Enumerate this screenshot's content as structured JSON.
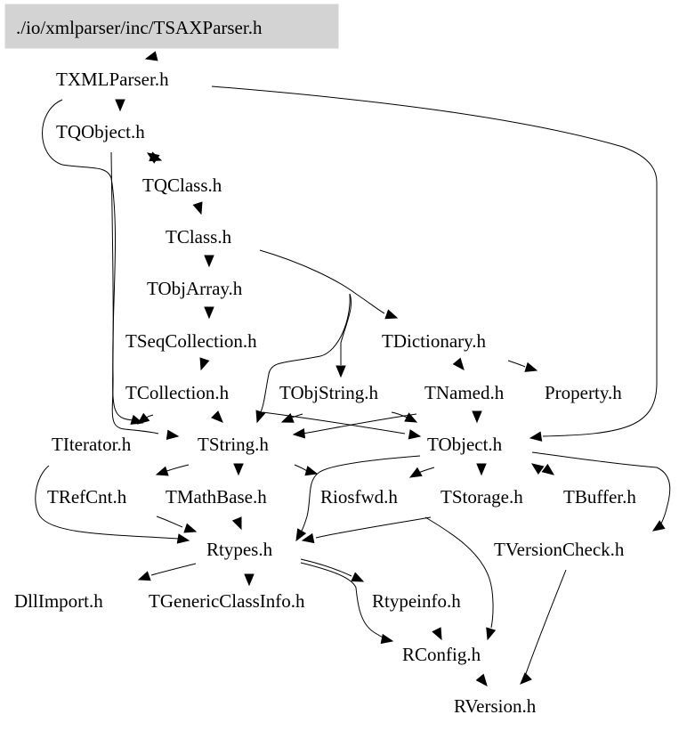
{
  "diagram": {
    "type": "include-dependency-graph",
    "root": "./io/xmlparser/inc/TSAXParser.h",
    "root_fill": "#d3d3d3",
    "nodes": [
      {
        "id": "TSAXParser",
        "label": "./io/xmlparser/inc/TSAXParser.h",
        "root": true
      },
      {
        "id": "TXMLParser",
        "label": "TXMLParser.h"
      },
      {
        "id": "TQObject",
        "label": "TQObject.h"
      },
      {
        "id": "TQClass",
        "label": "TQClass.h"
      },
      {
        "id": "TClass",
        "label": "TClass.h"
      },
      {
        "id": "TObjArray",
        "label": "TObjArray.h"
      },
      {
        "id": "TSeqCollection",
        "label": "TSeqCollection.h"
      },
      {
        "id": "TDictionary",
        "label": "TDictionary.h"
      },
      {
        "id": "TCollection",
        "label": "TCollection.h"
      },
      {
        "id": "TObjString",
        "label": "TObjString.h"
      },
      {
        "id": "TNamed",
        "label": "TNamed.h"
      },
      {
        "id": "Property",
        "label": "Property.h"
      },
      {
        "id": "TIterator",
        "label": "TIterator.h"
      },
      {
        "id": "TString",
        "label": "TString.h"
      },
      {
        "id": "TObject",
        "label": "TObject.h"
      },
      {
        "id": "TRefCnt",
        "label": "TRefCnt.h"
      },
      {
        "id": "TMathBase",
        "label": "TMathBase.h"
      },
      {
        "id": "Riosfwd",
        "label": "Riosfwd.h"
      },
      {
        "id": "TStorage",
        "label": "TStorage.h"
      },
      {
        "id": "TBuffer",
        "label": "TBuffer.h"
      },
      {
        "id": "Rtypes",
        "label": "Rtypes.h"
      },
      {
        "id": "TVersionCheck",
        "label": "TVersionCheck.h"
      },
      {
        "id": "DllImport",
        "label": "DllImport.h"
      },
      {
        "id": "TGenericClassInfo",
        "label": "TGenericClassInfo.h"
      },
      {
        "id": "Rtypeinfo",
        "label": "Rtypeinfo.h"
      },
      {
        "id": "RConfig",
        "label": "RConfig.h"
      },
      {
        "id": "RVersion",
        "label": "RVersion.h"
      }
    ],
    "edges": [
      {
        "from": "TSAXParser",
        "to": "TXMLParser"
      },
      {
        "from": "TXMLParser",
        "to": "TQObject"
      },
      {
        "from": "TXMLParser",
        "to": "TString"
      },
      {
        "from": "TXMLParser",
        "to": "TObject"
      },
      {
        "from": "TQObject",
        "to": "TQClass"
      },
      {
        "from": "TQClass",
        "to": "TQObject"
      },
      {
        "from": "TQObject",
        "to": "TString"
      },
      {
        "from": "TQClass",
        "to": "TClass"
      },
      {
        "from": "TClass",
        "to": "TObjArray"
      },
      {
        "from": "TClass",
        "to": "TDictionary"
      },
      {
        "from": "TClass",
        "to": "TObjString"
      },
      {
        "from": "TClass",
        "to": "TString"
      },
      {
        "from": "TObjArray",
        "to": "TSeqCollection"
      },
      {
        "from": "TSeqCollection",
        "to": "TCollection"
      },
      {
        "from": "TDictionary",
        "to": "TNamed"
      },
      {
        "from": "TDictionary",
        "to": "Property"
      },
      {
        "from": "TCollection",
        "to": "TIterator"
      },
      {
        "from": "TCollection",
        "to": "TString"
      },
      {
        "from": "TCollection",
        "to": "TObject"
      },
      {
        "from": "TObjString",
        "to": "TString"
      },
      {
        "from": "TObjString",
        "to": "TObject"
      },
      {
        "from": "TNamed",
        "to": "TString"
      },
      {
        "from": "TNamed",
        "to": "TObject"
      },
      {
        "from": "TIterator",
        "to": "Rtypes"
      },
      {
        "from": "TString",
        "to": "TRefCnt"
      },
      {
        "from": "TString",
        "to": "TMathBase"
      },
      {
        "from": "TString",
        "to": "Riosfwd"
      },
      {
        "from": "TObject",
        "to": "Rtypes"
      },
      {
        "from": "TObject",
        "to": "Riosfwd"
      },
      {
        "from": "TObject",
        "to": "TStorage"
      },
      {
        "from": "TObject",
        "to": "TBuffer"
      },
      {
        "from": "TBuffer",
        "to": "TObject"
      },
      {
        "from": "TObject",
        "to": "TVersionCheck"
      },
      {
        "from": "TRefCnt",
        "to": "Rtypes"
      },
      {
        "from": "TMathBase",
        "to": "Rtypes"
      },
      {
        "from": "TStorage",
        "to": "Rtypes"
      },
      {
        "from": "TStorage",
        "to": "RConfig"
      },
      {
        "from": "Rtypes",
        "to": "DllImport"
      },
      {
        "from": "Rtypes",
        "to": "TGenericClassInfo"
      },
      {
        "from": "Rtypes",
        "to": "Rtypeinfo"
      },
      {
        "from": "Rtypes",
        "to": "RConfig"
      },
      {
        "from": "Rtypeinfo",
        "to": "RConfig"
      },
      {
        "from": "TVersionCheck",
        "to": "RVersion"
      },
      {
        "from": "RConfig",
        "to": "RVersion"
      }
    ]
  }
}
